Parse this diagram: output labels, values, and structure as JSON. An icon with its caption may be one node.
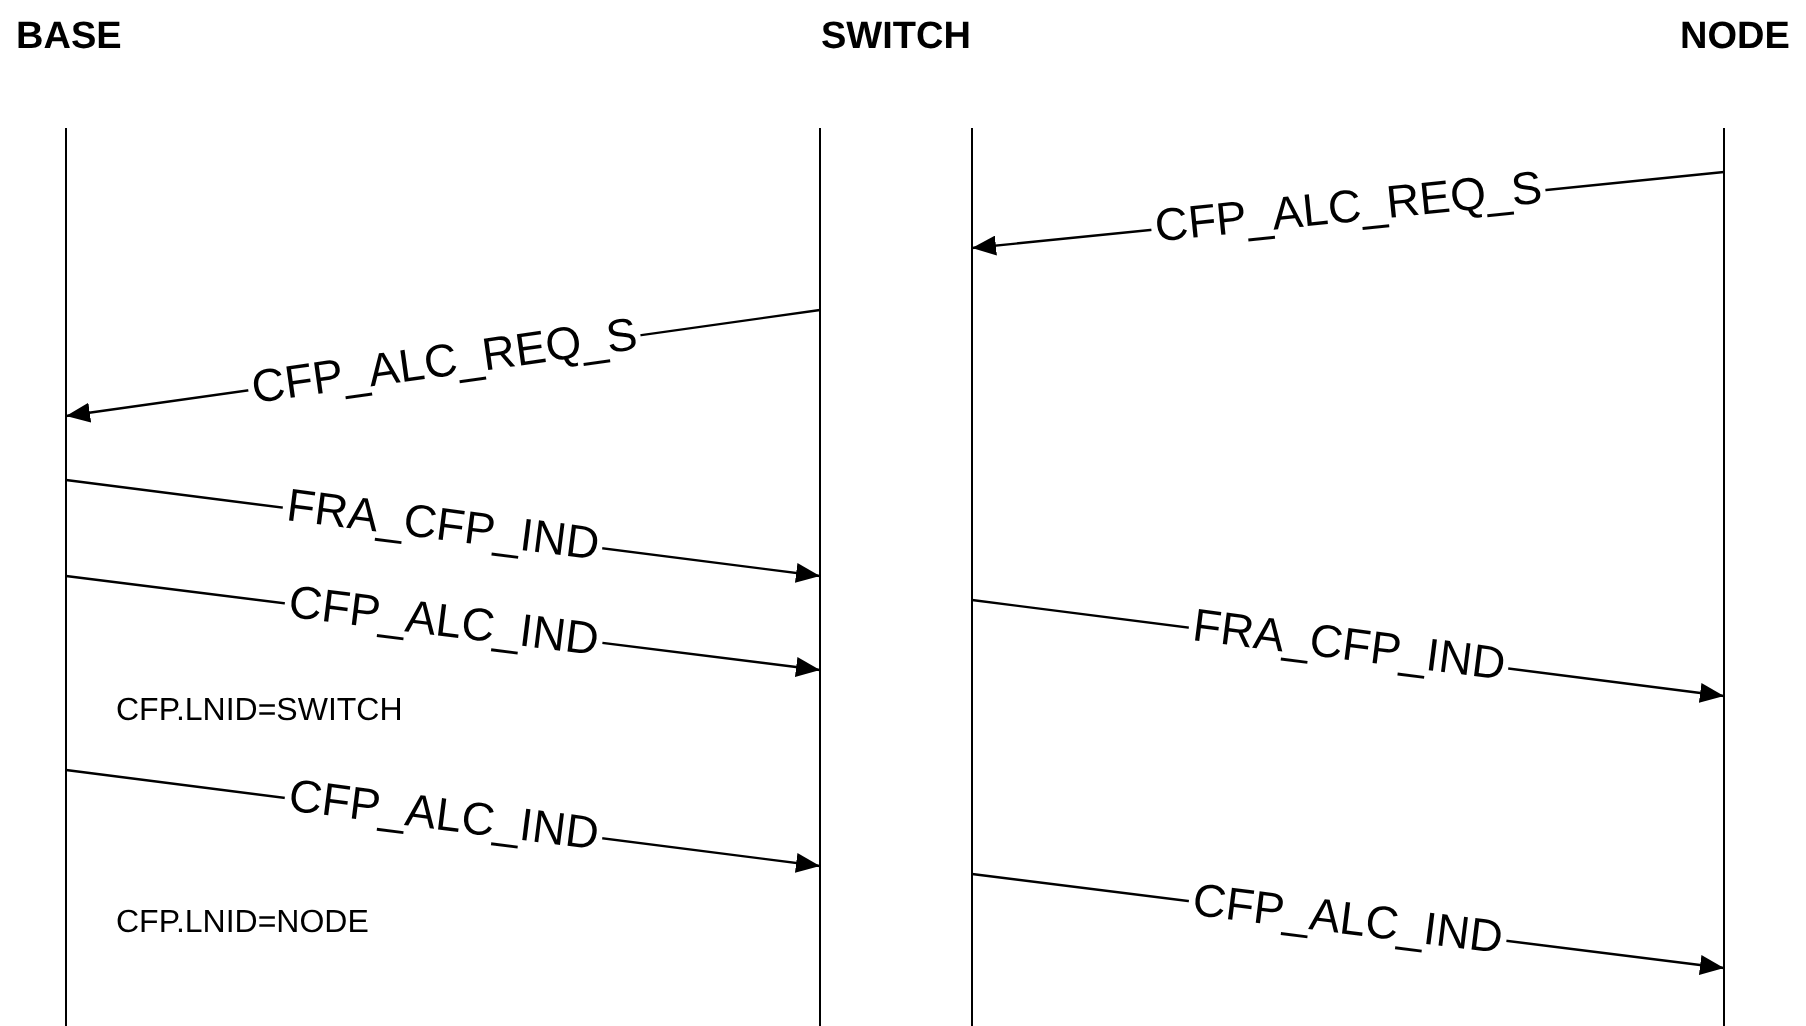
{
  "diagram": {
    "nodes": [
      {
        "text": [
          "BASE"
        ]
      },
      {
        "text": [
          "SWITCH"
        ]
      },
      {
        "text": [
          "NODE"
        ]
      }
    ],
    "edges": [
      {
        "from": 2,
        "to": 1,
        "arrow": "to",
        "label": "CFP_ALC_REQ_S"
      },
      {
        "from": 1,
        "to": 0,
        "arrow": "to",
        "label": "CFP_ALC_REQ_S"
      },
      {
        "from": 0,
        "to": 1,
        "arrow": "to",
        "label": "FRA_CFP_IND"
      },
      {
        "from": 0,
        "to": 1,
        "arrow": "to",
        "label": "CFP_ALC_IND"
      },
      {
        "from": 1,
        "to": 2,
        "arrow": "to",
        "label": "FRA_CFP_IND"
      },
      {
        "from": 0,
        "to": 1,
        "arrow": "to",
        "label": "CFP_ALC_IND"
      },
      {
        "from": 1,
        "to": 2,
        "arrow": "to",
        "label": "CFP_ALC_IND"
      }
    ],
    "labels": [
      "CFP.LNID=SWITCH",
      "CFP.LNID=NODE"
    ]
  }
}
